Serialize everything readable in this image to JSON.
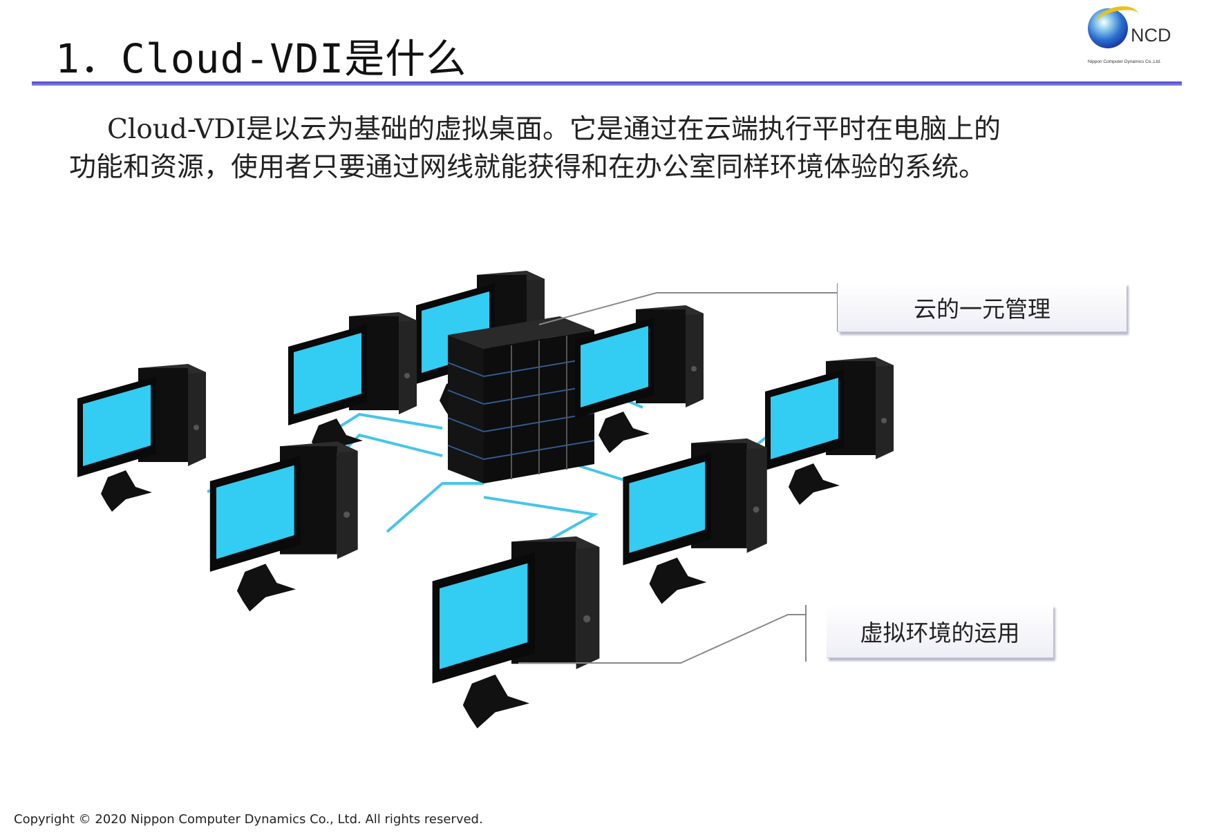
{
  "slide": {
    "title": "1．Cloud-VDI是什么",
    "logo": {
      "brand": "NCD",
      "subtitle": "Nippon Computer Dynamics Co.,Ltd."
    },
    "description": [
      "Cloud-VDI是以云为基础的虚拟桌面。它是通过在云端执行平时在电脑上的",
      "功能和资源，使用者只要通过网线就能获得和在办公室同样环境体验的系统。"
    ],
    "labels": {
      "cloud_management": "云的一元管理",
      "virtual_env": "虚拟环境的运用"
    },
    "footer": "Copyright © 2020 Nippon Computer Dynamics Co., Ltd. All rights reserved."
  },
  "colors": {
    "title_rule": "#4a46c8",
    "screen": "#33ccf2",
    "cable": "#45c5ea",
    "chassis": "#111111"
  },
  "icons": [
    "server-rack-icon",
    "desktop-computer-icon"
  ]
}
